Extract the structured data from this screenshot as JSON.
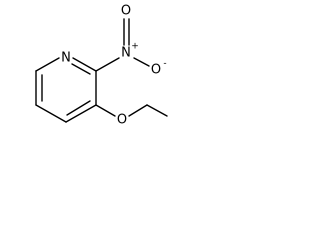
{
  "structure": {
    "atoms": {
      "ring_nitrogen": "N",
      "nitro_nitrogen": "N",
      "nitro_charge_plus": "+",
      "nitro_oxygen_double": "O",
      "nitro_oxygen_single": "O",
      "nitro_charge_minus": "-",
      "ether_oxygen": "O"
    }
  }
}
